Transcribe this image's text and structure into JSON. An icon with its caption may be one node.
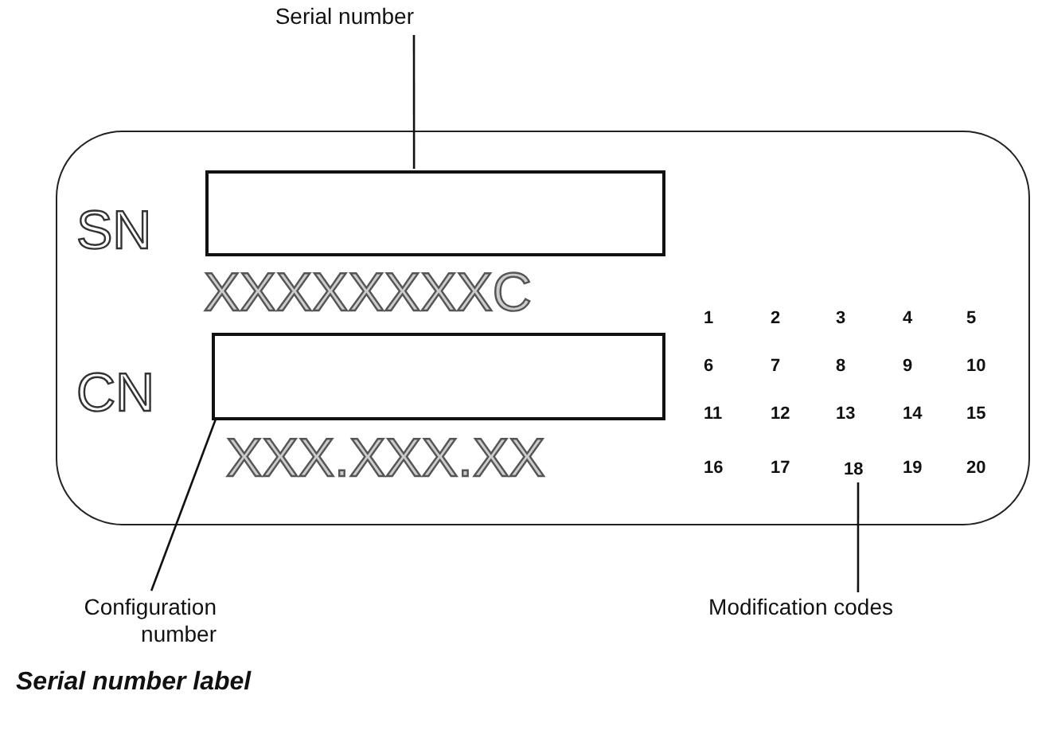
{
  "diagram": {
    "caption": "Serial number label",
    "nodes": [
      {
        "text": [
          "Serial number"
        ]
      },
      {
        "text": [],
        "shape": "box"
      },
      {
        "text": [],
        "shape": "box",
        "in": 1
      },
      {
        "text": [],
        "shape": "box",
        "in": 1
      },
      {
        "text": [
          "Configuration number"
        ]
      },
      {
        "text": [
          "Modification codes"
        ]
      },
      {
        "text": [
          "18"
        ],
        "in": 1
      }
    ],
    "edges": [
      {
        "from": 0,
        "to": 2,
        "arrow": "none"
      },
      {
        "from": 4,
        "to": 3,
        "arrow": "none"
      },
      {
        "from": 5,
        "to": 6,
        "arrow": "none"
      }
    ],
    "labels": [
      "SN",
      "XXXXXXXXC",
      "CN",
      "XXX.XXX.XX",
      "1",
      "2",
      "3",
      "4",
      "5",
      "6",
      "7",
      "8",
      "9",
      "10",
      "11",
      "12",
      "13",
      "14",
      "15",
      "16",
      "17",
      "19",
      "20"
    ]
  }
}
